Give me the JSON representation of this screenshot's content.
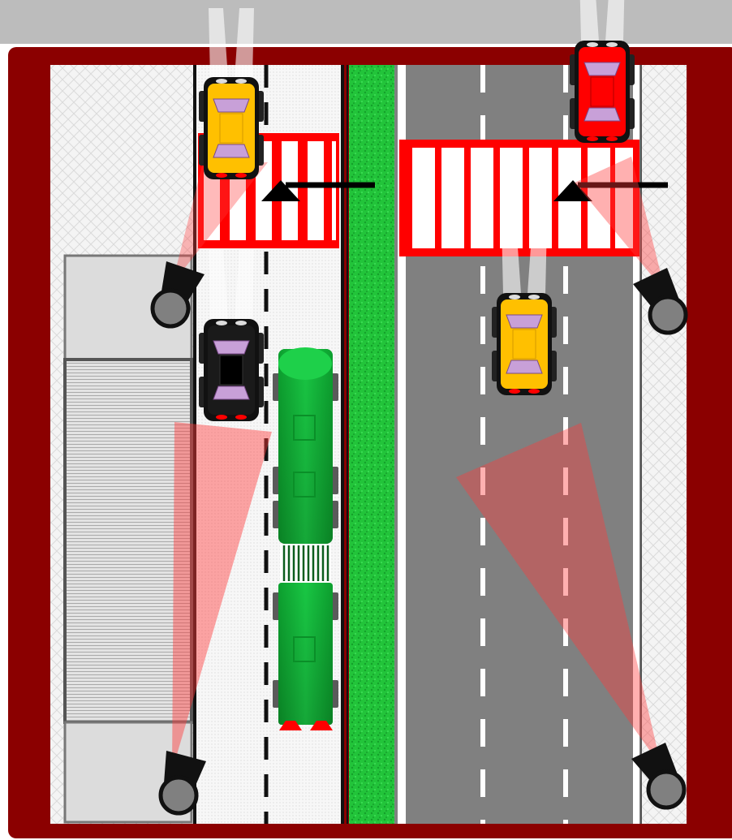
{
  "scene": {
    "colors": {
      "top_band": "#bcbcbc",
      "frame": "#8b0000",
      "sidewalk": "#f2f2f2",
      "bike_lane": "#f7f7f7",
      "median": "#22c43a",
      "road": "#808080",
      "lane_marking": "#ffffff",
      "crosswalk_stripe": "#ff0000",
      "camera_cone": "#ff4b4b",
      "camera_body": "#111111",
      "camera_lens": "#808080"
    },
    "vehicles": [
      {
        "name": "yellow-car-icon",
        "color": "#ffc000",
        "lane": "local-lane",
        "heading": "north"
      },
      {
        "name": "black-car-icon",
        "color": "#111111",
        "lane": "local-lane",
        "heading": "north"
      },
      {
        "name": "green-bus-icon",
        "color": "#0fb234",
        "lane": "local-lane",
        "heading": "north",
        "type": "articulated bus"
      },
      {
        "name": "red-car-icon",
        "color": "#ff0000",
        "lane": "main-road",
        "heading": "north"
      },
      {
        "name": "yellow-car-icon",
        "color": "#ffc000",
        "lane": "main-road",
        "heading": "north"
      }
    ],
    "crosswalks": [
      {
        "name": "crosswalk-left",
        "arrow": "west"
      },
      {
        "name": "crosswalk-right",
        "arrow": "west"
      }
    ],
    "cameras": [
      {
        "name": "camera-icon",
        "side": "left",
        "looking": "north-east"
      },
      {
        "name": "camera-icon",
        "side": "left",
        "looking": "north-east"
      },
      {
        "name": "camera-icon",
        "side": "right",
        "looking": "north-west"
      },
      {
        "name": "camera-icon",
        "side": "right",
        "looking": "north-west"
      }
    ],
    "building": {
      "name": "building-icon",
      "color": "#d9d9d9"
    }
  }
}
